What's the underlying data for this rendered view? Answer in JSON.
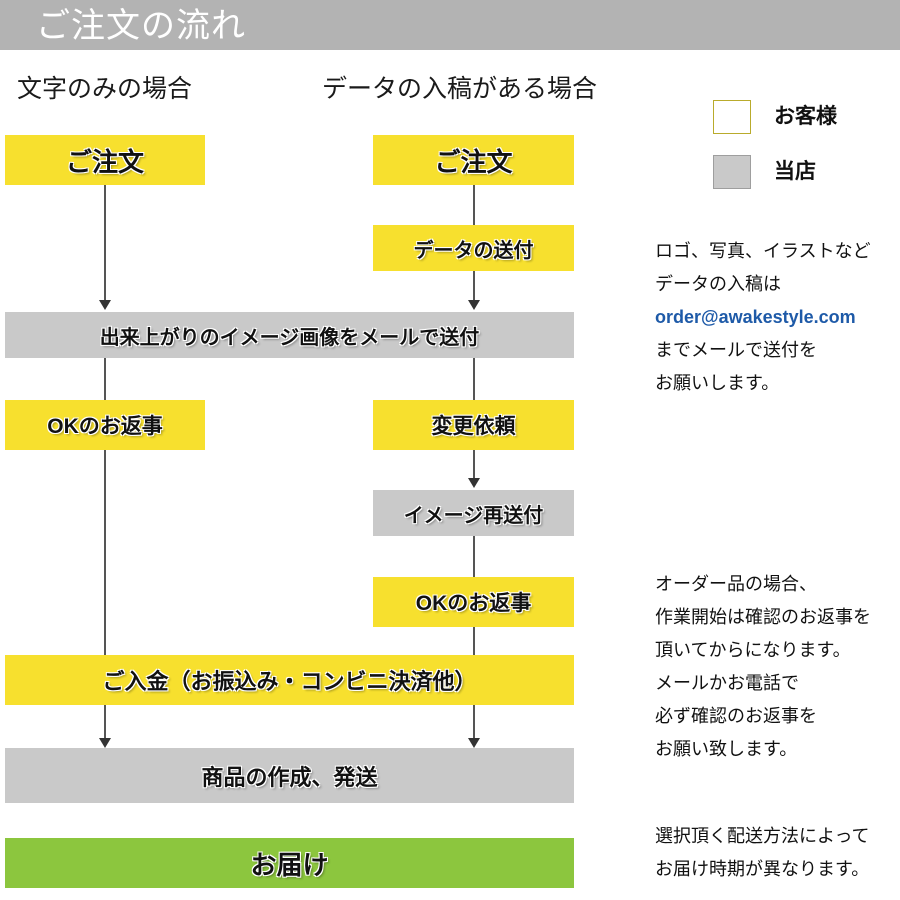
{
  "header": {
    "title": "ご注文の流れ"
  },
  "columns": {
    "left_heading": "文字のみの場合",
    "right_heading": "データの入稿がある場合"
  },
  "colors": {
    "customer": "#f7e02e",
    "shop": "#c9c9c9",
    "delivery": "#8cc63e",
    "header_bar": "#b3b3b3",
    "email_link": "#1e5aa8",
    "connector": "#555555"
  },
  "flow": {
    "left_order": "ご注文",
    "right_order": "ご注文",
    "data_send": "データの送付",
    "image_mail": "出来上がりのイメージ画像をメールで送付",
    "left_ok_reply": "OKのお返事",
    "change_request": "変更依頼",
    "image_resend": "イメージ再送付",
    "right_ok_reply": "OKのお返事",
    "payment": "ご入金（お振込み・コンビニ決済他）",
    "production": "商品の作成、発送",
    "delivery": "お届け"
  },
  "legend": {
    "customer_label": "お客様",
    "shop_label": "当店"
  },
  "notes": {
    "data_note": {
      "line1": "ロゴ、写真、イラストなど",
      "line2": "データの入稿は",
      "email": "order@awakestyle.com",
      "line3": "までメールで送付を",
      "line4": "お願いします。"
    },
    "order_note": {
      "line1": "オーダー品の場合、",
      "line2": "作業開始は確認のお返事を",
      "line3": "頂いてからになります。",
      "line4": "メールかお電話で",
      "line5": "必ず確認のお返事を",
      "line6": "お願い致します。"
    },
    "shipping_note": {
      "line1": "選択頂く配送方法によって",
      "line2": "お届け時期が異なります。"
    }
  }
}
